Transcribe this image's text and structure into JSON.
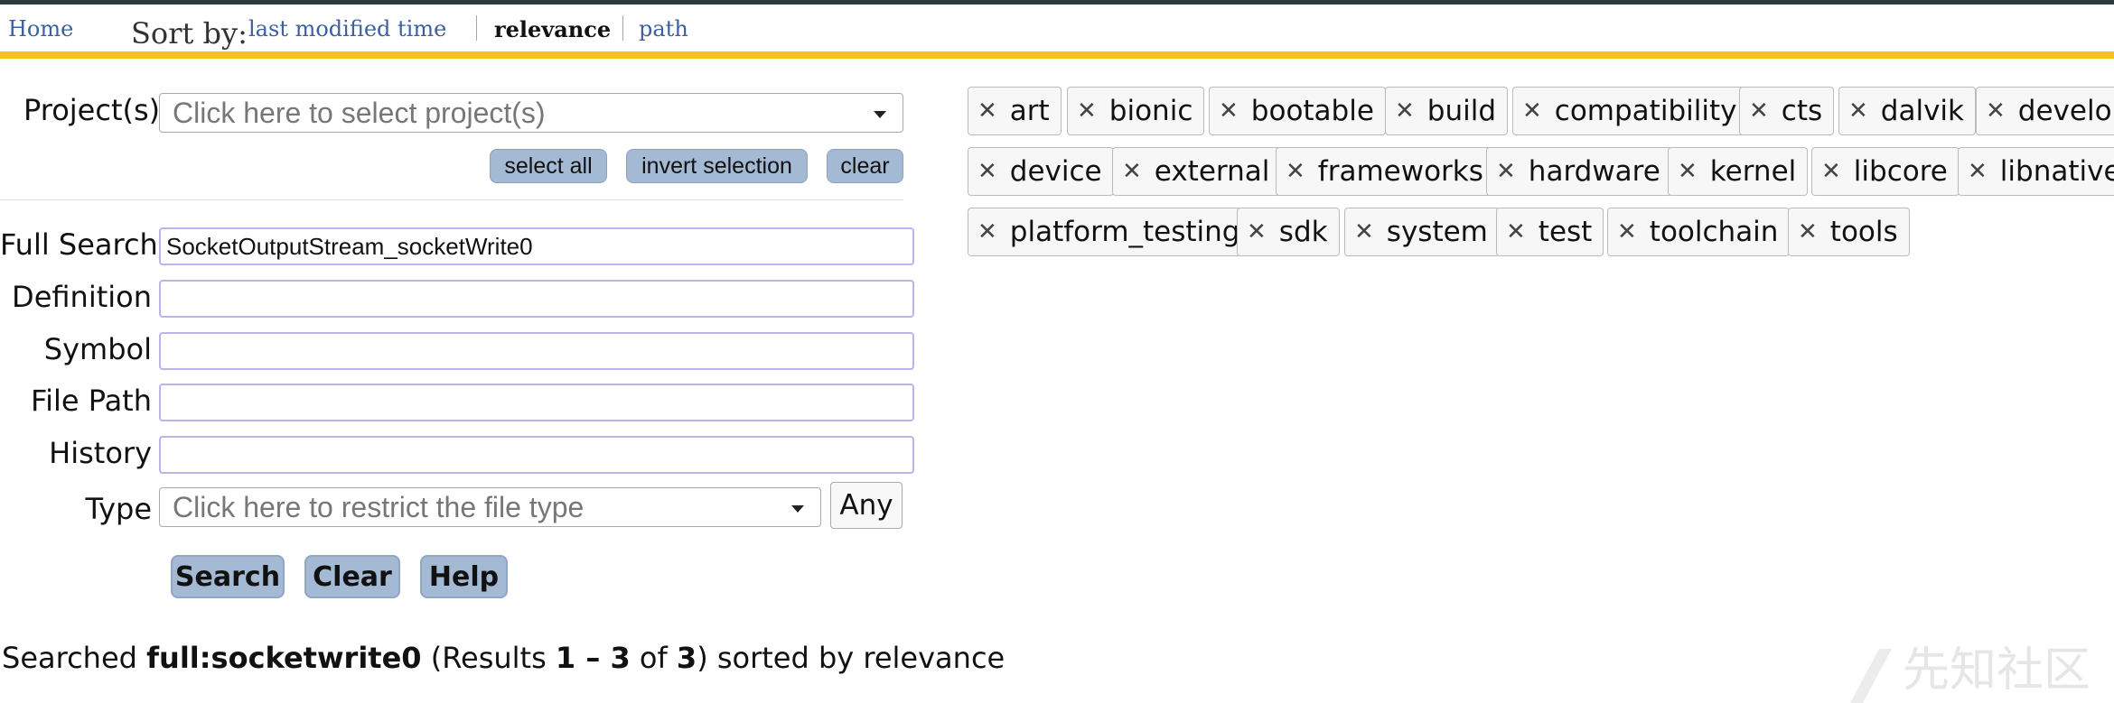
{
  "nav": {
    "home": "Home",
    "sort_label": "Sort by:",
    "sort_options": [
      "last modified time",
      "relevance",
      "path"
    ]
  },
  "project": {
    "label": "Project(s)",
    "placeholder": "Click here to select project(s)",
    "buttons": [
      "select all",
      "invert selection",
      "clear"
    ]
  },
  "fields": [
    {
      "label": "Full Search",
      "value": "SocketOutputStream_socketWrite0"
    },
    {
      "label": "Definition",
      "value": ""
    },
    {
      "label": "Symbol",
      "value": ""
    },
    {
      "label": "File Path",
      "value": ""
    },
    {
      "label": "History",
      "value": ""
    }
  ],
  "type": {
    "label": "Type",
    "placeholder": "Click here to restrict the file type",
    "any": "Any"
  },
  "actions": [
    "Search",
    "Clear",
    "Help"
  ],
  "status": {
    "prefix": "Searched",
    "query": "full:socketwrite0",
    "results_open": "(Results",
    "range": "1 – 3",
    "of_word": "of",
    "total": "3",
    "results_close": ")",
    "suffix": "sorted by relevance"
  },
  "tags": [
    "art",
    "bionic",
    "bootable",
    "build",
    "compatibility",
    "cts",
    "dalvik",
    "develop",
    "device",
    "external",
    "frameworks",
    "hardware",
    "kernel",
    "libcore",
    "libnativel",
    "platform_testing",
    "sdk",
    "system",
    "test",
    "toolchain",
    "tools"
  ],
  "watermark": "先知社区",
  "colors": {
    "accent": "#f6c417",
    "button": "#a4b9d3",
    "link": "#3b5fa0",
    "field_border": "#b9b4ee"
  }
}
